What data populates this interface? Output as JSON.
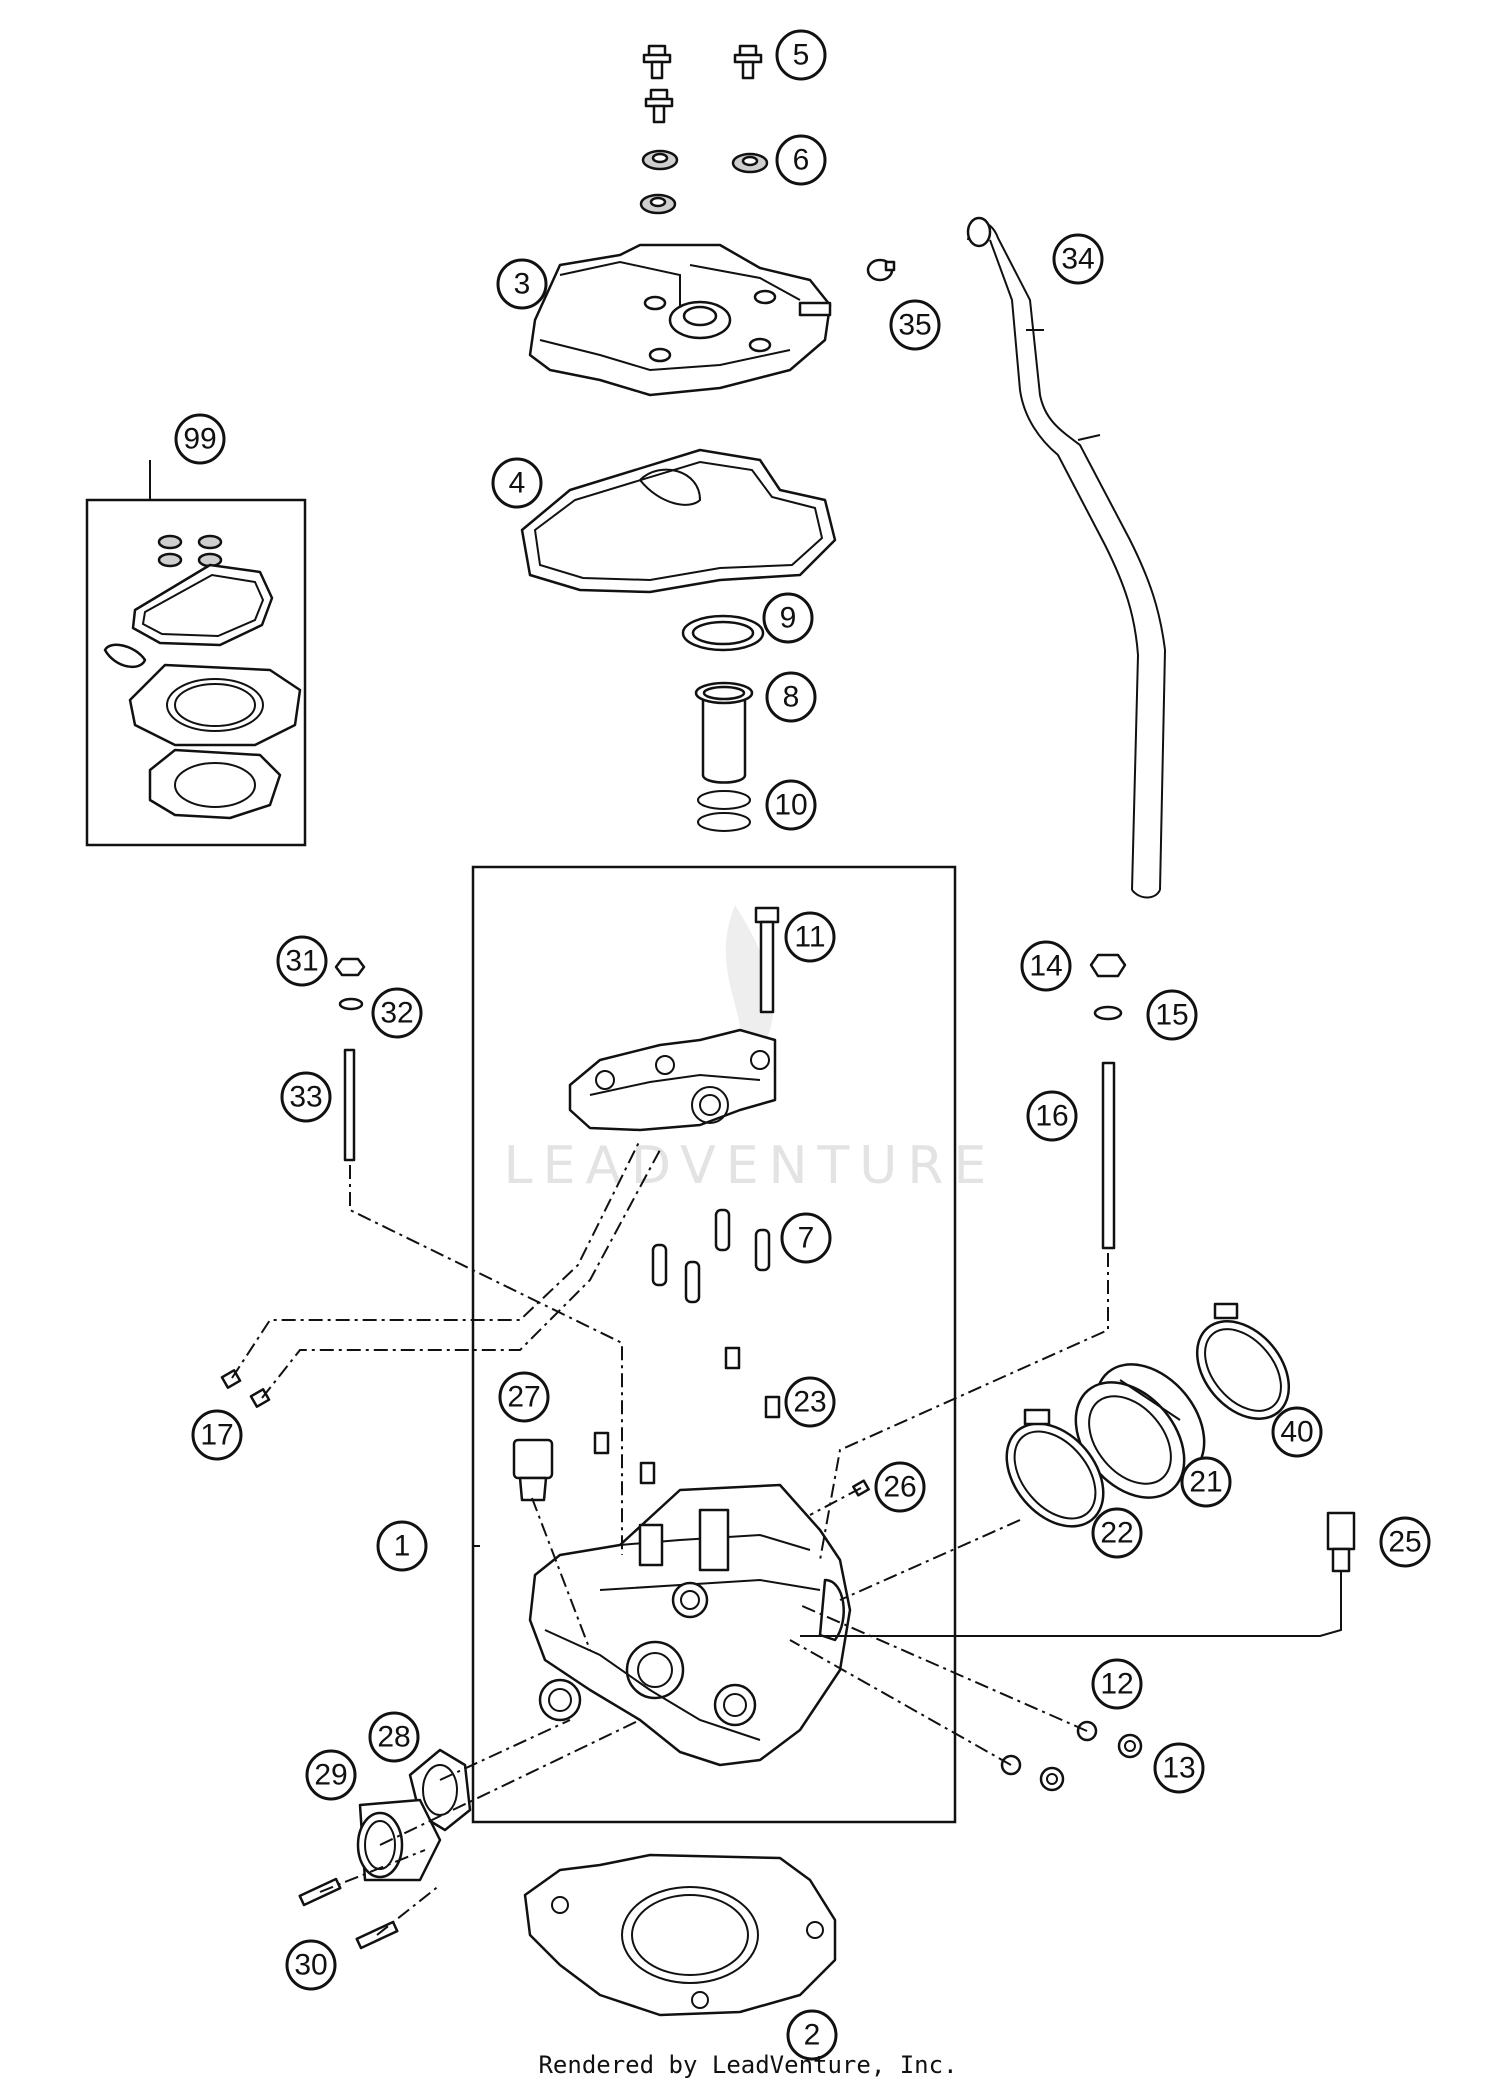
{
  "watermark": "LEADVENTURE",
  "footer": "Rendered by LeadVenture, Inc.",
  "callouts": [
    "1",
    "2",
    "3",
    "4",
    "5",
    "6",
    "7",
    "8",
    "9",
    "10",
    "11",
    "12",
    "13",
    "14",
    "15",
    "16",
    "17",
    "21",
    "22",
    "23",
    "25",
    "26",
    "27",
    "28",
    "29",
    "30",
    "31",
    "32",
    "33",
    "34",
    "35",
    "40",
    "99"
  ]
}
